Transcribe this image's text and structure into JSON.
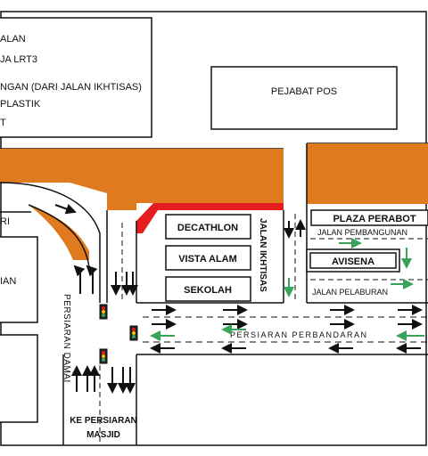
{
  "legend": {
    "lines": [
      "ALAN",
      "JA LRT3",
      "NGAN (DARI JALAN IKHTISAS)",
      "PLASTIK",
      "T"
    ]
  },
  "buildings": {
    "pejabat_pos": "PEJABAT POS",
    "plaza_perabot": "PLAZA PERABOT",
    "decathlon": "DECATHLON",
    "vista_alam": "VISTA ALAM",
    "sekolah": "SEKOLAH",
    "avisena": "AVISENA",
    "left_block": "IAN",
    "left_cut_label": "RI"
  },
  "roads": {
    "jalan_ikhtisas": "JALAN IKHTISAS",
    "jalan_pembangunan": "JALAN PEMBANGUNAN",
    "jalan_pelaburan": "JALAN PELABURAN",
    "persiaran_perbandaran": "PERSIARAN PERBANDARAN",
    "persiaran_damai": "PERSIARAN DAMAI",
    "ke_persiaran_line1": "KE PERSIARAN",
    "ke_persiaran_line2": "MASJID"
  },
  "colors": {
    "orange": "#e07a1f",
    "red": "#e41e1e",
    "green": "#3aa35a",
    "black": "#111111"
  }
}
